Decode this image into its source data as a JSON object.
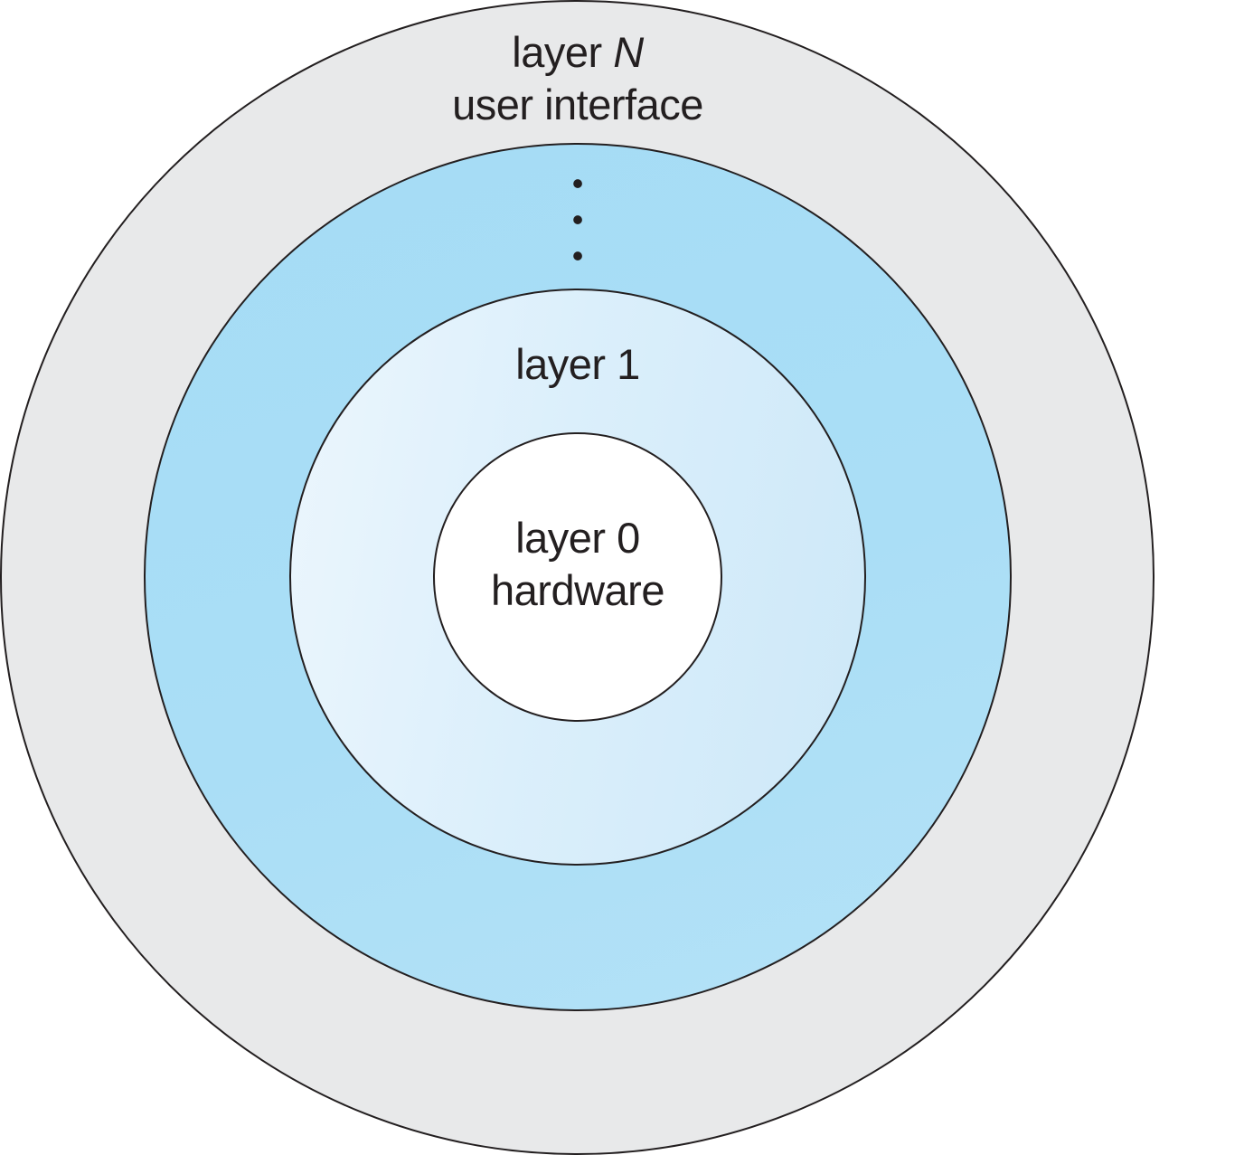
{
  "diagram": {
    "kind": "concentric-layers",
    "colors": {
      "stroke": "#231f20",
      "text": "#231f20",
      "layer_n_fill": "#e8e9ea",
      "middle_layers_fill": "#aadef6",
      "layer_1_fill": "#dbeffb",
      "layer_0_fill": "#ffffff",
      "background": "#ffffff"
    },
    "rings": {
      "layer_n": {
        "label_prefix": "layer",
        "label_variable": "N",
        "sublabel": "user interface"
      },
      "middle_layers": {
        "ellipsis": "•\n•\n•"
      },
      "layer_1": {
        "label": "layer 1"
      },
      "layer_0": {
        "label": "layer 0",
        "sublabel": "hardware"
      }
    }
  }
}
